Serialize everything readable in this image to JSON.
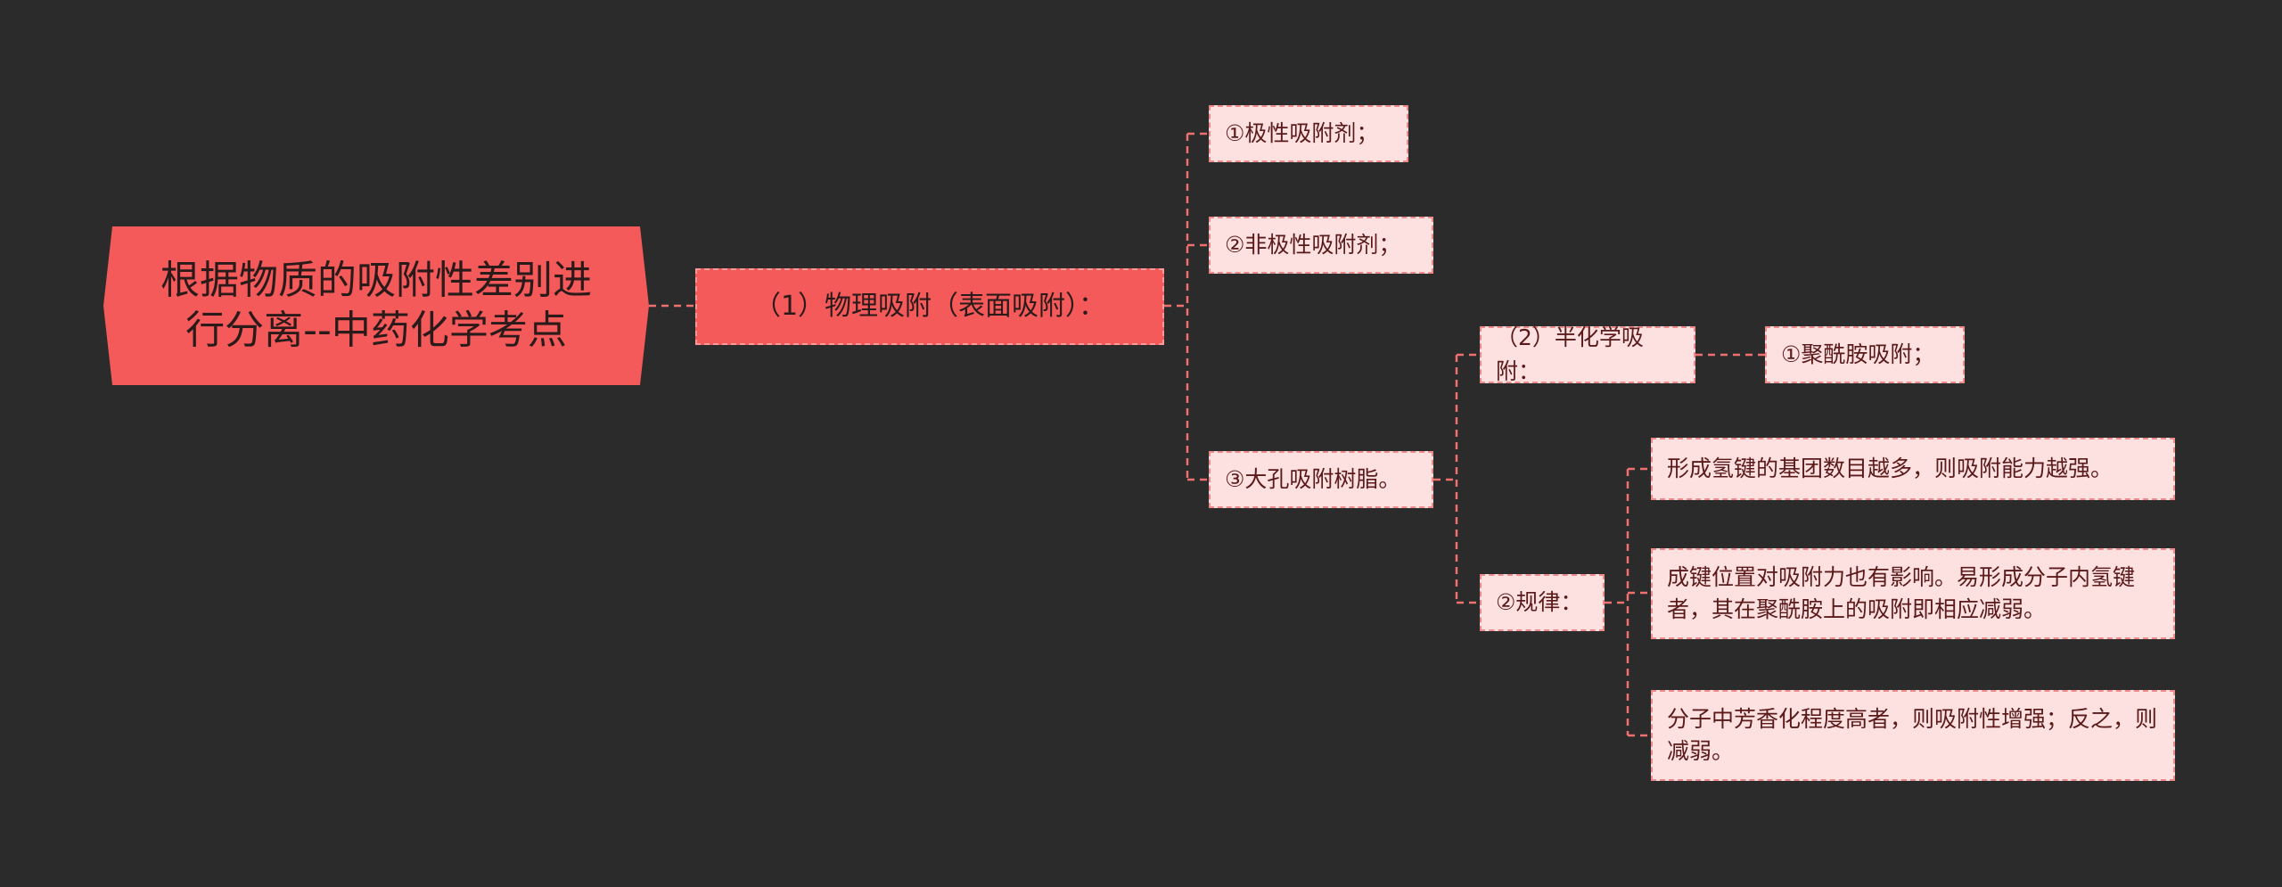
{
  "root": {
    "title_line1": "根据物质的吸附性差别进",
    "title_line2": "行分离--中药化学考点"
  },
  "level1": {
    "label": "（1）物理吸附（表面吸附）："
  },
  "level2": {
    "item1": "①极性吸附剂；",
    "item2": "②非极性吸附剂；",
    "item3": "③大孔吸附树脂。"
  },
  "level3": {
    "semi_chem": "（2）半化学吸附：",
    "rule": "②规律："
  },
  "level4": {
    "polyamide": "①聚酰胺吸附；",
    "rule1": "形成氢键的基团数目越多，则吸附能力越强。",
    "rule2": "成键位置对吸附力也有影响。易形成分子内氢键者，其在聚酰胺上的吸附即相应减弱。",
    "rule3": "分子中芳香化程度高者，则吸附性增强；反之，则减弱。"
  },
  "colors": {
    "background": "#2b2b2b",
    "accent": "#f45a5a",
    "leaf_fill": "#fde1e1",
    "connector": "#f07070"
  }
}
